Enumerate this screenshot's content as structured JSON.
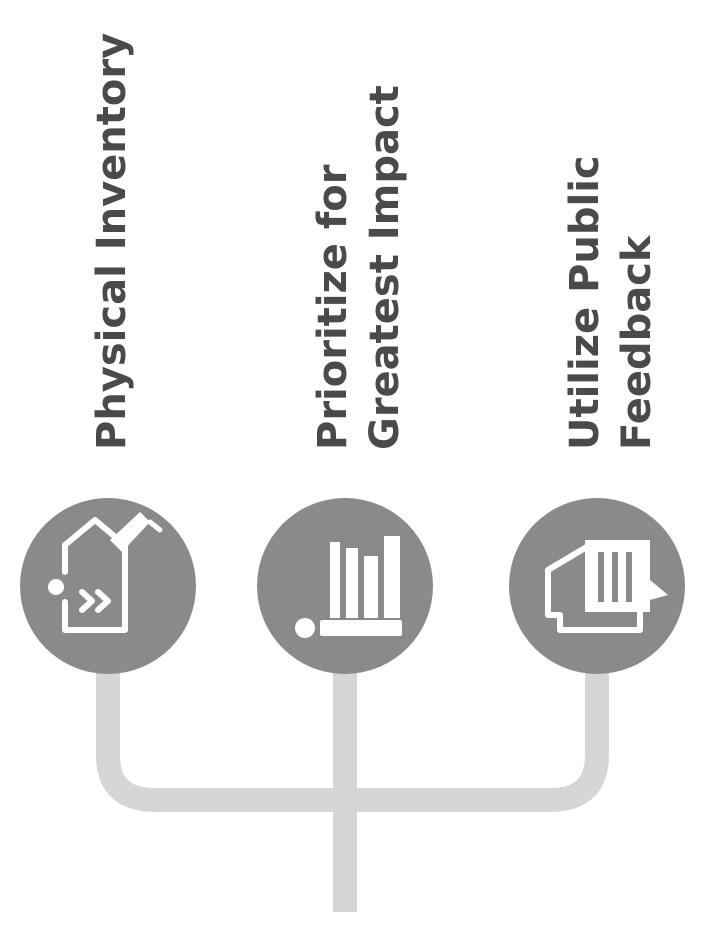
{
  "steps": [
    {
      "label_lines": [
        "Physical Inventory"
      ],
      "icon": "house-edit-icon"
    },
    {
      "label_lines": [
        "Prioritize for",
        "Greatest Impact"
      ],
      "icon": "prioritize-bars-icon"
    },
    {
      "label_lines": [
        "Utilize Public",
        "Feedback"
      ],
      "icon": "feedback-chat-icon"
    }
  ],
  "colors": {
    "text": "#4a4a4a",
    "circle": "#8a8a8a",
    "connector": "#d6d6d6",
    "icon": "#ffffff"
  }
}
